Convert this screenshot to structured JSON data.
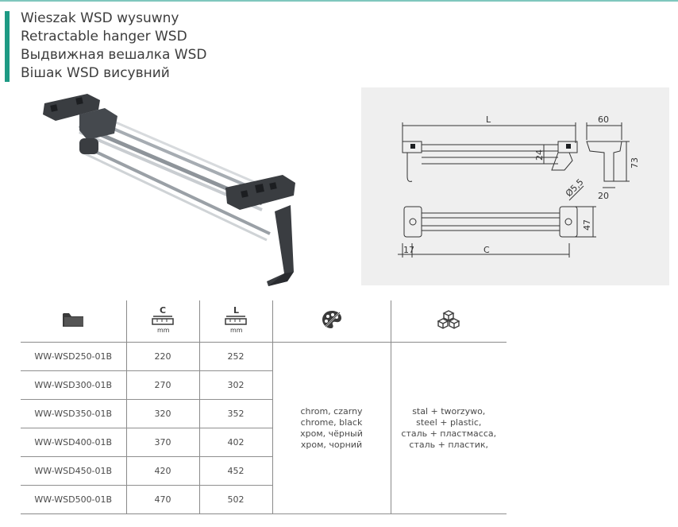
{
  "titles": [
    "Wieszak WSD wysuwny",
    "Retractable hanger WSD",
    "Выдвижная вешалка WSD",
    "Вішак WSD висувний"
  ],
  "drawing": {
    "dim_L": "L",
    "dim_60": "60",
    "dim_24": "24",
    "dim_73": "73",
    "dim_20": "20",
    "dim_hole": "Ø5,5",
    "dim_47": "47",
    "dim_17": "17",
    "dim_C": "C"
  },
  "table": {
    "header_icons": [
      "folder-icon",
      "length-c-icon",
      "length-l-icon",
      "palette-icon",
      "cubes-icon"
    ],
    "c_icon_letter": "C",
    "l_icon_letter": "L",
    "mm_label": "mm",
    "rows": [
      {
        "code": "WW-WSD250-01B",
        "c": "220",
        "l": "252"
      },
      {
        "code": "WW-WSD300-01B",
        "c": "270",
        "l": "302"
      },
      {
        "code": "WW-WSD350-01B",
        "c": "320",
        "l": "352"
      },
      {
        "code": "WW-WSD400-01B",
        "c": "370",
        "l": "402"
      },
      {
        "code": "WW-WSD450-01B",
        "c": "420",
        "l": "452"
      },
      {
        "code": "WW-WSD500-01B",
        "c": "470",
        "l": "502"
      }
    ],
    "finish_lines": [
      "chrom, czarny",
      "chrome, black",
      "хром, чёрный",
      "хром, чорний"
    ],
    "material_lines": [
      "stal + tworzywo,",
      "steel + plastic,",
      "сталь + пластмасса,",
      "сталь + пластик,"
    ]
  },
  "colors": {
    "accent": "#1d9a84",
    "top_rule": "#7fc7bd",
    "panel_bg": "#efefef",
    "metal": "#b9bec3",
    "plastic": "#3a3d41"
  }
}
